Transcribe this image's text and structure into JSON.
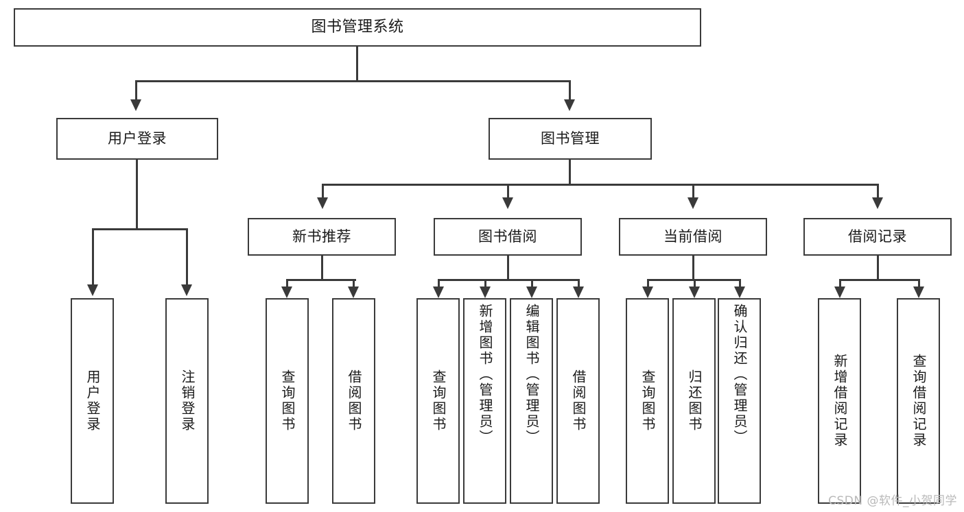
{
  "diagram": {
    "type": "tree-hierarchy",
    "title": "图书管理系统",
    "orientation": "top-down",
    "colors": {
      "background": "#ffffff",
      "box_border": "#3a3a3a",
      "box_fill": "#ffffff",
      "text": "#1a1a1a",
      "connector": "#3a3a3a",
      "watermark": "#b9b9b9"
    }
  },
  "root": {
    "label": "图书管理系统"
  },
  "level2": [
    {
      "label": "用户登录"
    },
    {
      "label": "图书管理"
    }
  ],
  "level3": [
    {
      "label": "新书推荐"
    },
    {
      "label": "图书借阅"
    },
    {
      "label": "当前借阅"
    },
    {
      "label": "借阅记录"
    }
  ],
  "leaves": {
    "user_login": [
      {
        "label": "用户登录"
      },
      {
        "label": "注销登录"
      }
    ],
    "new_book_recommend": [
      {
        "label": "查询图书"
      },
      {
        "label": "借阅图书"
      }
    ],
    "book_borrow": [
      {
        "label": "查询图书"
      },
      {
        "label": "新增图书（管理员）"
      },
      {
        "label": "编辑图书（管理员）"
      },
      {
        "label": "借阅图书"
      }
    ],
    "current_borrow": [
      {
        "label": "查询图书"
      },
      {
        "label": "归还图书"
      },
      {
        "label": "确认归还（管理员）"
      }
    ],
    "borrow_record": [
      {
        "label": "新增借阅记录"
      },
      {
        "label": "查询借阅记录"
      }
    ]
  },
  "watermark": {
    "text": "CSDN @软件_小贺同学"
  }
}
